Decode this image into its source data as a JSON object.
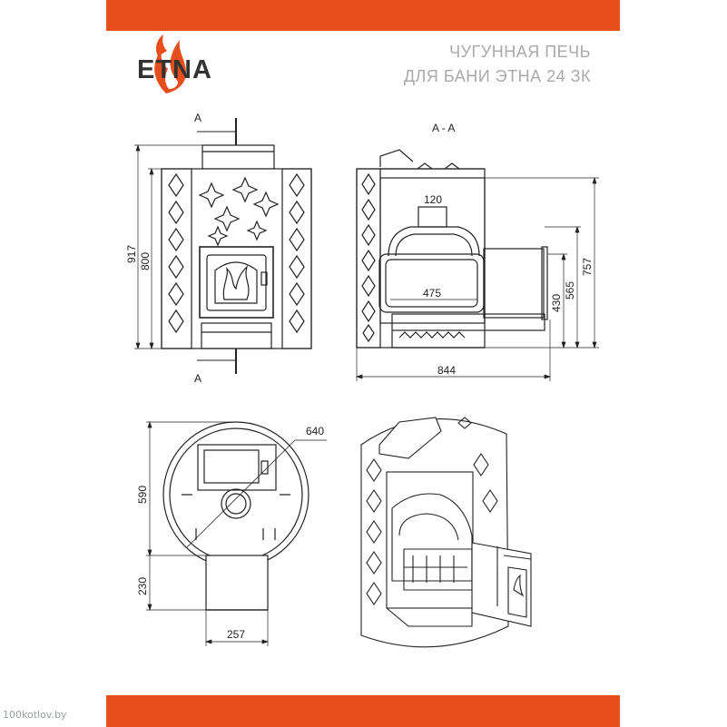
{
  "brand": {
    "name": "ETNA",
    "accent": "#e84e1b",
    "logo_icon": "flame-icon"
  },
  "title": {
    "line1": "ЧУГУННАЯ ПЕЧЬ",
    "line2": "ДЛЯ БАНИ ЭТНА 24 ЗК"
  },
  "front_view": {
    "section_mark_top": "A",
    "section_mark_bottom": "A",
    "dim_total_height": "917",
    "dim_body_height": "800"
  },
  "section_view": {
    "label": "A - A",
    "dim_chimney": "120",
    "dim_firebox": "475",
    "dim_total_length": "844",
    "dim_door_height": "430",
    "dim_tank_height": "565",
    "dim_body_height": "757"
  },
  "top_view": {
    "dim_diameter": "640",
    "dim_depth": "590",
    "dim_tunnel": "230",
    "dim_tunnel_width": "257"
  },
  "watermark": "100kotlov.by"
}
